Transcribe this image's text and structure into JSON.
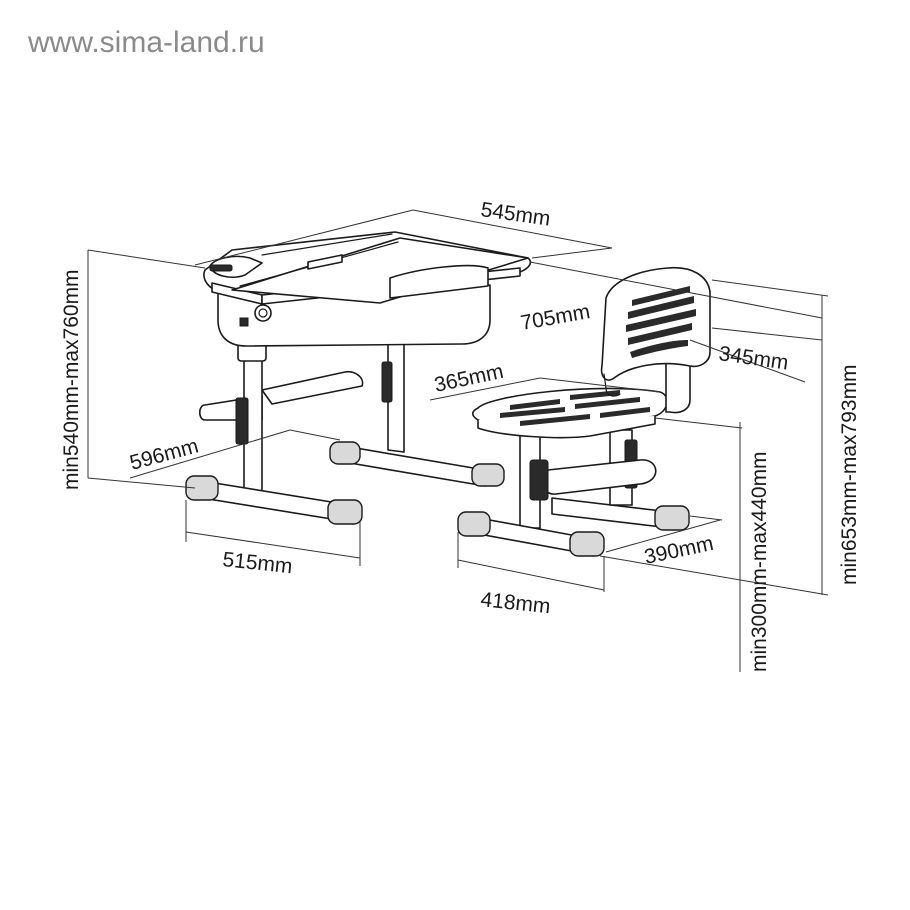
{
  "watermark": "www.sima-land.ru",
  "dimensions": {
    "desk_depth": "545mm",
    "desk_width": "705mm",
    "desk_height": "min540mm-max760mm",
    "desk_base_depth": "596mm",
    "desk_base_width": "515mm",
    "chair_seat_depth": "365mm",
    "chair_back_width": "345mm",
    "chair_height": "min653mm-max793mm",
    "chair_seat_height": "min300mm-max440mm",
    "chair_base_depth": "390mm",
    "chair_base_width": "418mm"
  }
}
